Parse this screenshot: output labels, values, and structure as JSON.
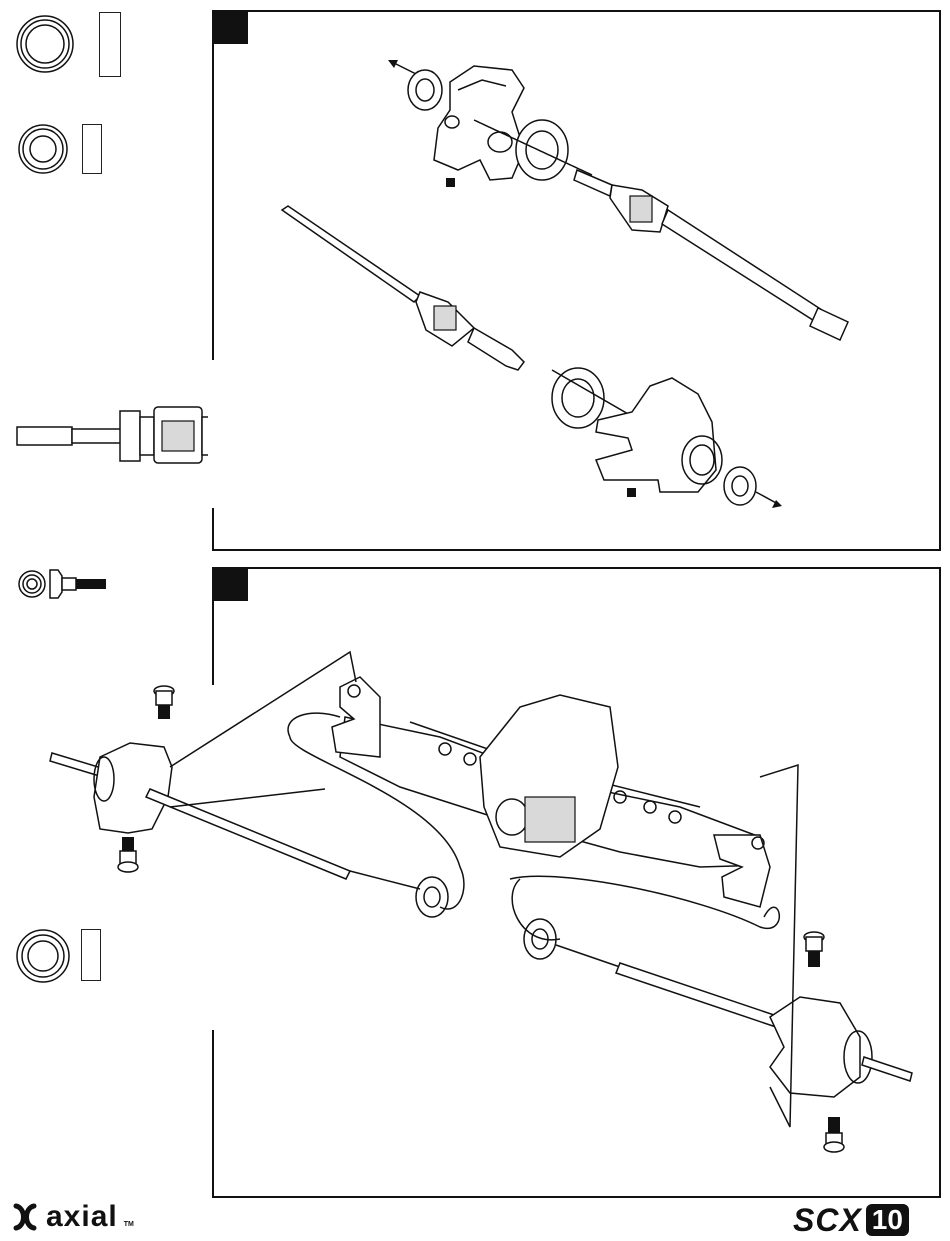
{
  "brand": {
    "left_logo_text": "axial",
    "left_logo_trademark": "TM",
    "right_logo_text": "SCX",
    "right_logo_number": "10"
  },
  "steps": [
    {
      "id": "step-1",
      "tab_label": ""
    },
    {
      "id": "step-2",
      "tab_label": ""
    }
  ],
  "icons": {
    "large_bearing": "large-bearing-icon",
    "small_bearing": "small-bearing-icon",
    "shouldered_screw": "shouldered-screw-icon",
    "universal_axle": "universal-axle-icon",
    "steering_knuckle": "steering-knuckle-icon",
    "axle_housing": "axle-housing-icon"
  }
}
